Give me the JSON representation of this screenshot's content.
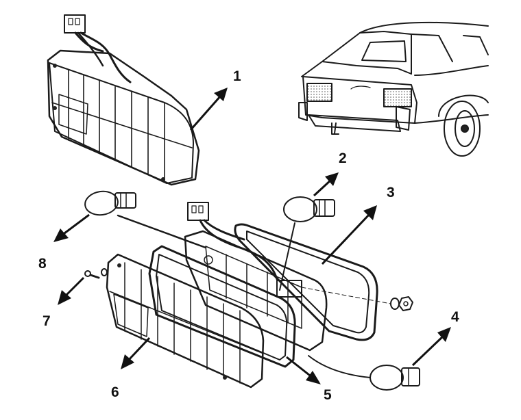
{
  "colors": {
    "ink": "#1a1a1a",
    "paper": "#ffffff",
    "lens": "#f4f4f4"
  },
  "callouts": [
    "1",
    "2",
    "3",
    "4",
    "5",
    "6",
    "7",
    "8"
  ]
}
